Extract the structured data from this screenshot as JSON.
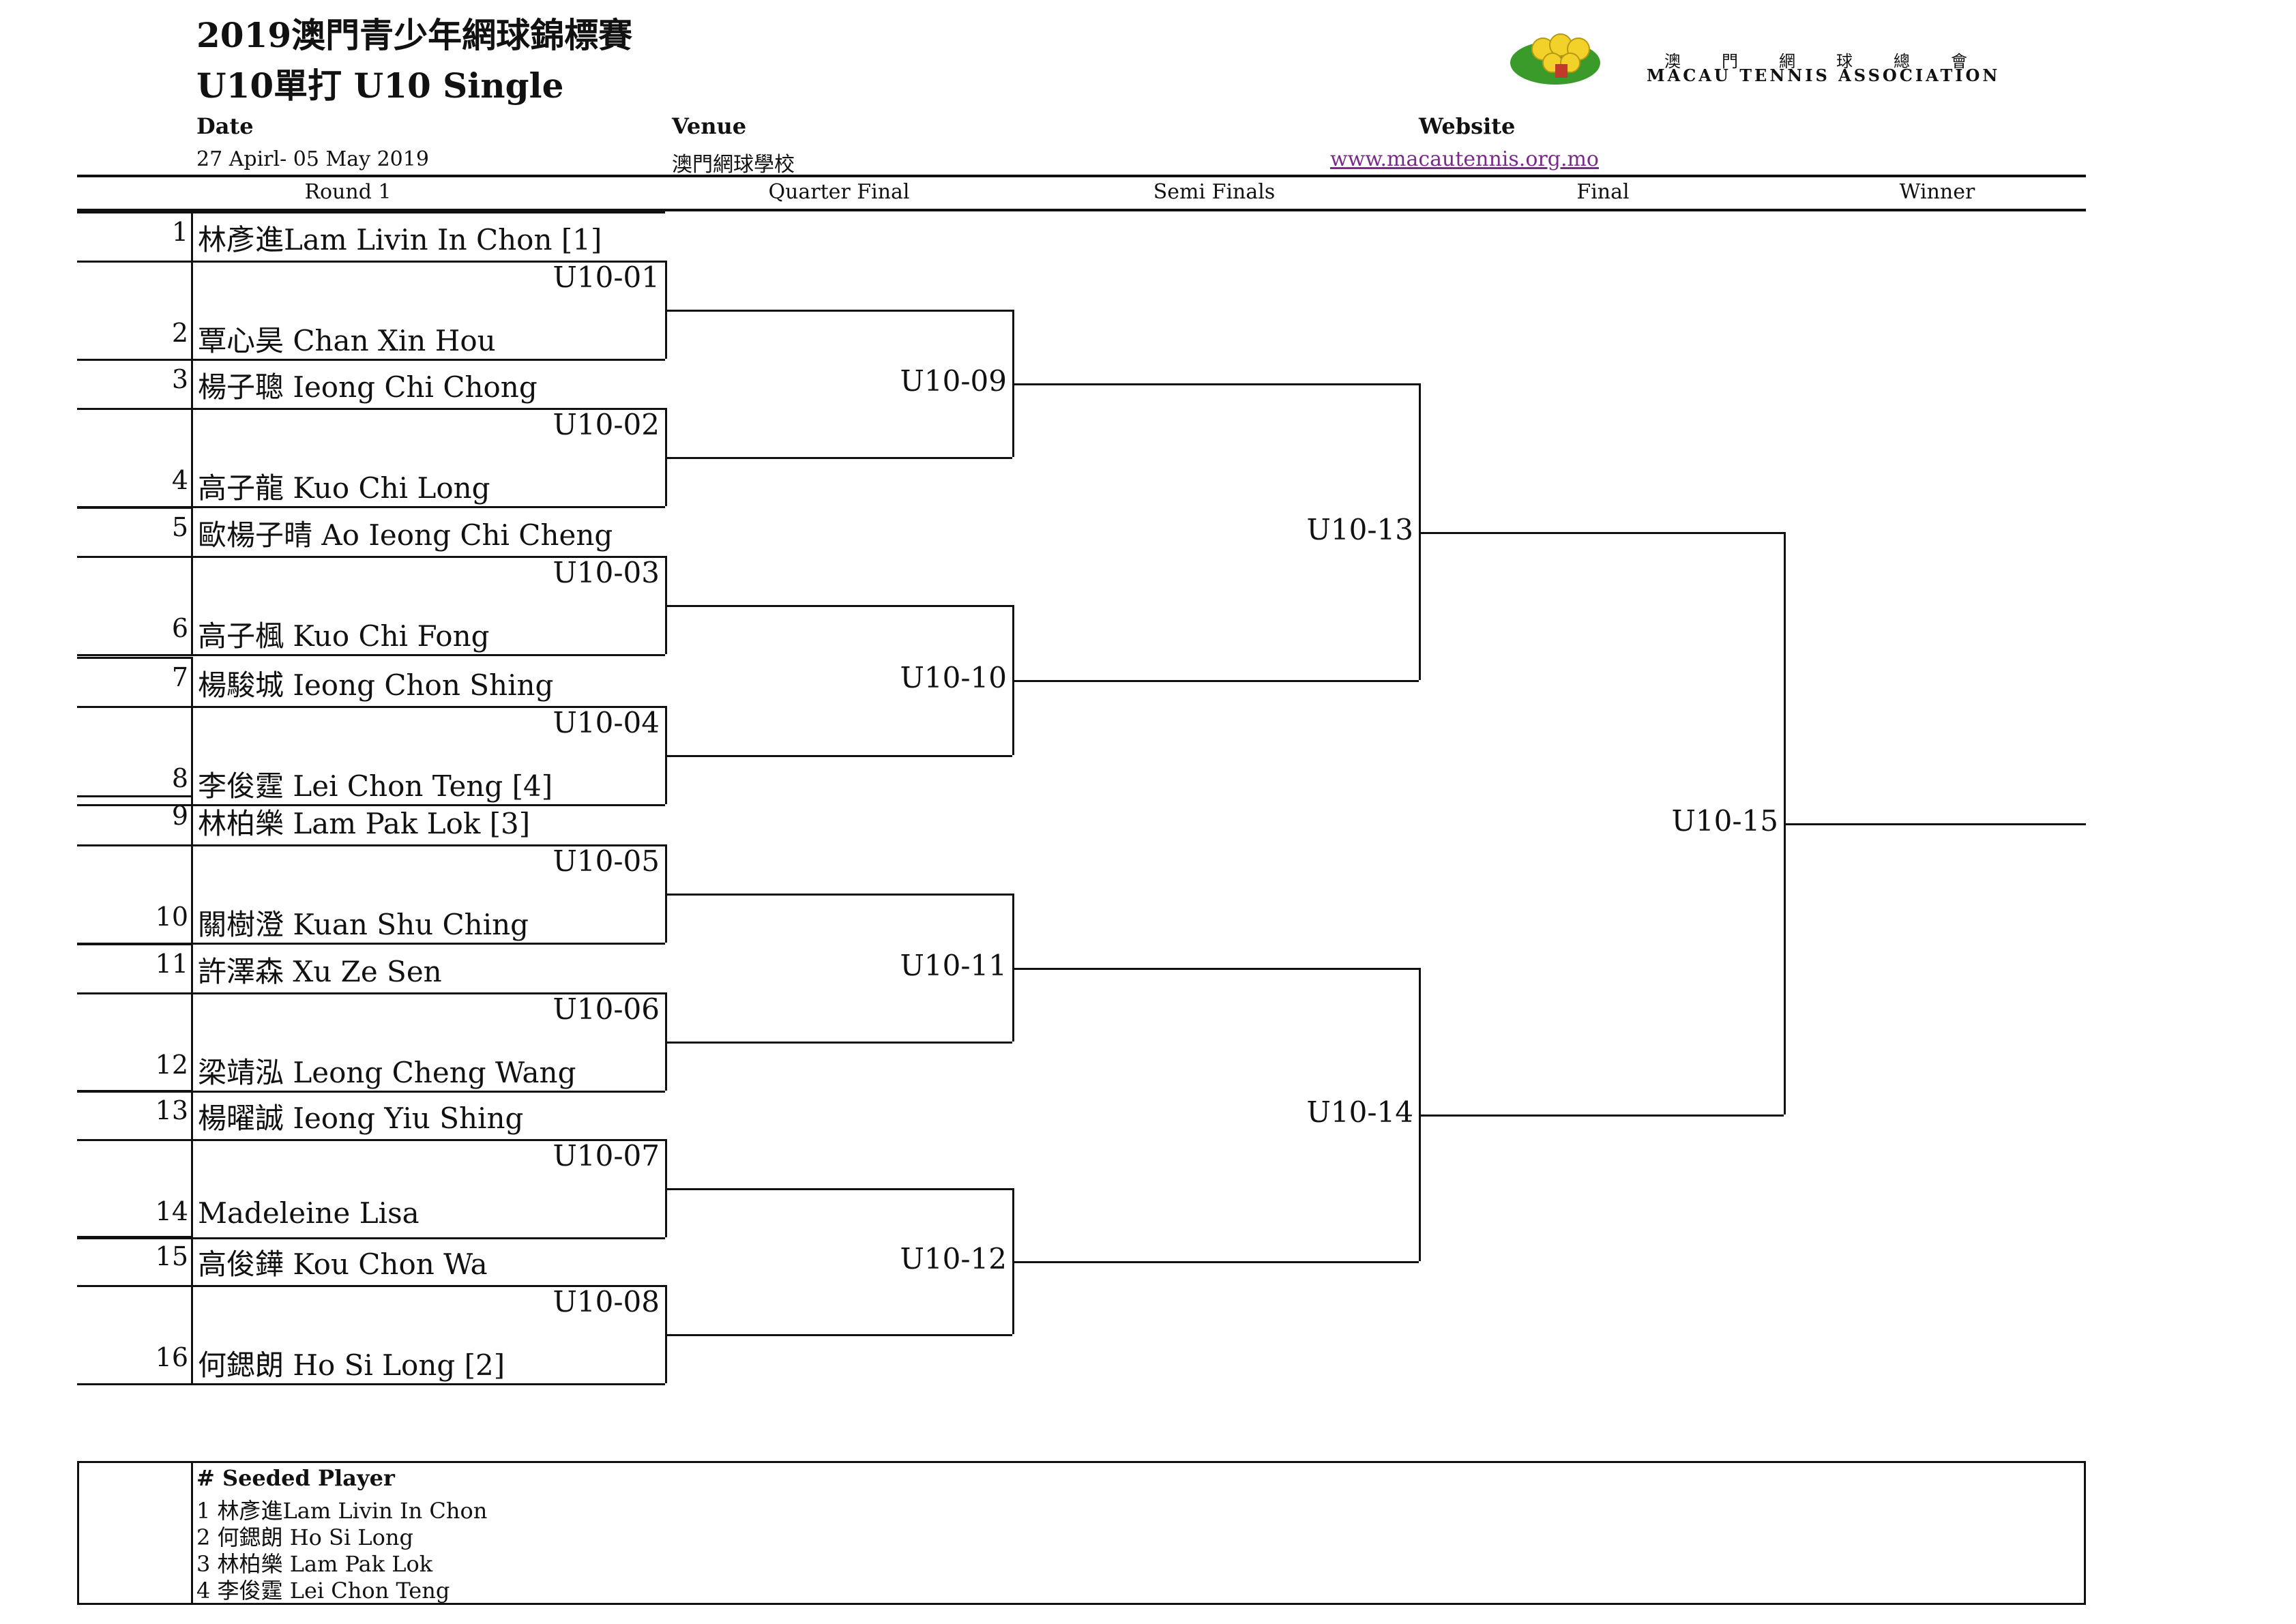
{
  "header": {
    "title_line1": "2019澳門青少年網球錦標賽",
    "title_line2": "U10單打 U10 Single",
    "date_label": "Date",
    "date_value": "27 Apirl- 05 May 2019",
    "venue_label": "Venue",
    "venue_value": "澳門網球學校",
    "website_label": "Website",
    "website_value": "www.macautennis.org.mo",
    "association_zh": "澳門網球總會",
    "association_en": "MACAU TENNIS ASSOCIATION"
  },
  "rounds": [
    "Round 1",
    "Quarter Final",
    "Semi Finals",
    "Final",
    "Winner"
  ],
  "players": [
    {
      "seed_no": "1",
      "name": "林彥進Lam Livin In Chon [1]"
    },
    {
      "seed_no": "2",
      "name": "覃心昊  Chan Xin  Hou"
    },
    {
      "seed_no": "3",
      "name": "楊子聰 Ieong Chi Chong"
    },
    {
      "seed_no": "4",
      "name": "高子龍 Kuo Chi Long"
    },
    {
      "seed_no": "5",
      "name": "歐楊子晴 Ao Ieong Chi Cheng"
    },
    {
      "seed_no": "6",
      "name": "高子楓 Kuo Chi Fong"
    },
    {
      "seed_no": "7",
      "name": "楊駿城 Ieong Chon Shing"
    },
    {
      "seed_no": "8",
      "name": "李俊霆 Lei Chon Teng [4]"
    },
    {
      "seed_no": "9",
      "name": "林柏樂 Lam Pak Lok [3]"
    },
    {
      "seed_no": "10",
      "name": "關樹澄 Kuan Shu Ching"
    },
    {
      "seed_no": "11",
      "name": "許澤森 Xu Ze Sen"
    },
    {
      "seed_no": "12",
      "name": "梁靖泓 Leong Cheng Wang"
    },
    {
      "seed_no": "13",
      "name": "楊曜誠 Ieong  Yiu Shing"
    },
    {
      "seed_no": "14",
      "name": "Madeleine Lisa"
    },
    {
      "seed_no": "15",
      "name": "高俊鏵 Kou Chon Wa"
    },
    {
      "seed_no": "16",
      "name": "何鍶朗 Ho Si Long [2]"
    }
  ],
  "matches": {
    "r1": [
      "U10-01",
      "U10-02",
      "U10-03",
      "U10-04",
      "U10-05",
      "U10-06",
      "U10-07",
      "U10-08"
    ],
    "qf": [
      "U10-09",
      "U10-10",
      "U10-11",
      "U10-12"
    ],
    "sf": [
      "U10-13",
      "U10-14"
    ],
    "final": [
      "U10-15"
    ]
  },
  "seeded": {
    "title": "# Seeded Player",
    "lines": [
      "1 林彥進Lam Livin In Chon",
      "2 何鍶朗 Ho Si Long",
      "3 林柏樂 Lam Pak Lok",
      "4 李俊霆 Lei Chon Teng"
    ]
  },
  "colors": {
    "line": "#111111",
    "link": "#7a2a8a",
    "logo_green": "#3a9a2a",
    "logo_yellow": "#f2d22a"
  }
}
